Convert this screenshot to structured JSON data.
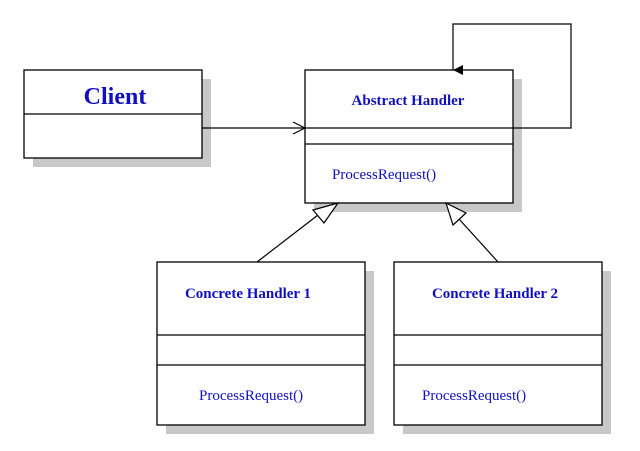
{
  "diagram": {
    "classes": {
      "client": {
        "name": "Client",
        "methods": ""
      },
      "abstract_handler": {
        "name": "Abstract Handler",
        "methods": "ProcessRequest()"
      },
      "concrete_handler_1": {
        "name": "Concrete Handler 1",
        "methods": "ProcessRequest()"
      },
      "concrete_handler_2": {
        "name": "Concrete Handler 2",
        "methods": "ProcessRequest()"
      }
    },
    "colors": {
      "text": "#1010c0",
      "line": "#000000",
      "shadow": "#c8c8c8",
      "box_fill": "#ffffff"
    }
  }
}
